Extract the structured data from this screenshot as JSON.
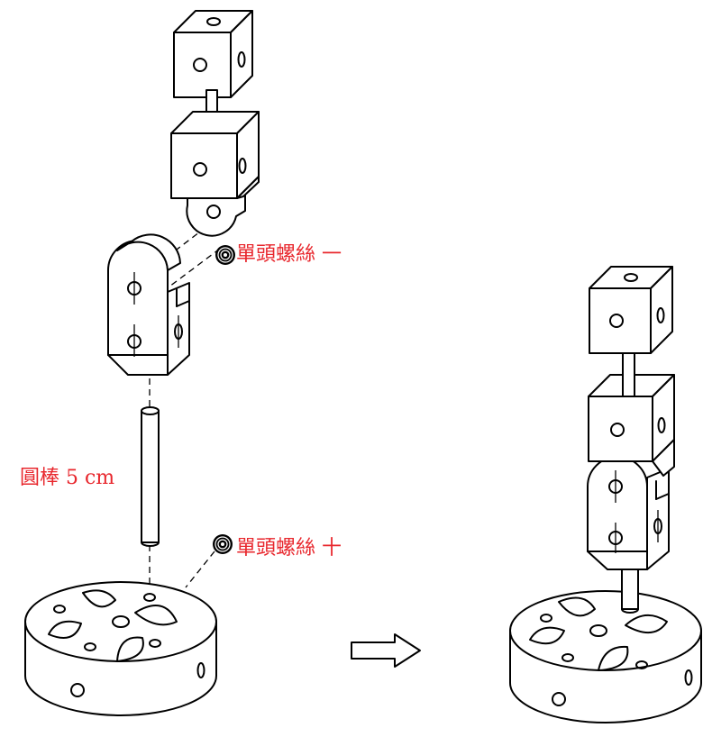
{
  "labels": {
    "screw_top": "單頭螺絲 一",
    "rod": "圓棒 5 cm",
    "screw_bottom": "單頭螺絲 十"
  },
  "colors": {
    "label_text": "#e8272d",
    "line": "#000000",
    "fill": "#ffffff"
  },
  "icons": {
    "arrow": "right-arrow-icon"
  }
}
